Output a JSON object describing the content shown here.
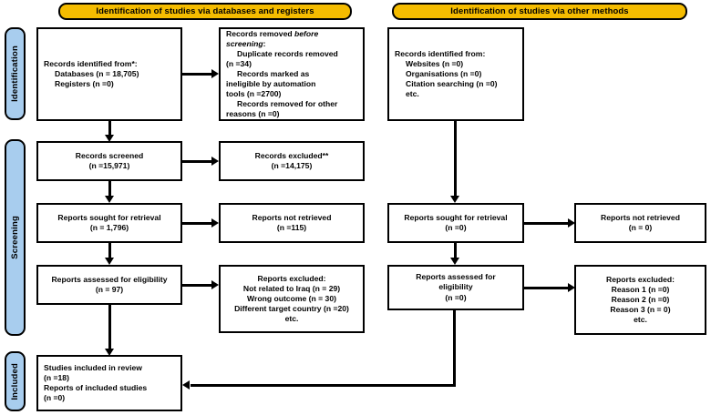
{
  "banners": {
    "left": "Identification of studies via databases and registers",
    "right": "Identification of studies via other methods"
  },
  "stages": {
    "identification": "Identification",
    "screening": "Screening",
    "included": "Included"
  },
  "left_column": {
    "identified": {
      "line1": "Records identified from*:",
      "line2": "Databases (n = 18,705)",
      "line3": "Registers (n =0)"
    },
    "removed": {
      "line1": "Records removed ",
      "line1_italic": "before",
      "line2_italic": "screening",
      "line2_tail": ":",
      "line3": "Duplicate records removed",
      "line4": "(n =34)",
      "line5": "Records marked as",
      "line6": "ineligible by automation",
      "line7": "tools (n =2700)",
      "line8": "Records removed for other",
      "line9": "reasons (n =0)"
    },
    "screened": {
      "line1": "Records screened",
      "line2": "(n =15,971)"
    },
    "excluded": {
      "line1": "Records excluded**",
      "line2": "(n =14,175)"
    },
    "sought": {
      "line1": "Reports sought for retrieval",
      "line2": "(n = 1,796)"
    },
    "not_retrieved": {
      "line1": "Reports not retrieved",
      "line2": "(n =115)"
    },
    "assessed": {
      "line1": "Reports assessed for eligibility",
      "line2": "(n = 97)"
    },
    "reports_excluded": {
      "line1": "Reports excluded:",
      "line2": "Not related to Iraq (n = 29)",
      "line3": "Wrong outcome (n = 30)",
      "line4": "Different target country (n =20)",
      "line5": "etc."
    },
    "included": {
      "line1": "Studies included in review",
      "line2": "(n =18)",
      "line3": "Reports of included studies",
      "line4": "(n =0)"
    }
  },
  "right_column": {
    "identified": {
      "line1": "Records identified from:",
      "line2": "Websites (n =0)",
      "line3": "Organisations (n =0)",
      "line4": "Citation searching (n =0)",
      "line5": "etc."
    },
    "sought": {
      "line1": "Reports sought for retrieval",
      "line2": "(n =0)"
    },
    "not_retrieved": {
      "line1": "Reports not retrieved",
      "line2": "(n = 0)"
    },
    "assessed": {
      "line1": "Reports assessed for",
      "line2": "eligibility",
      "line3": "(n =0)"
    },
    "reports_excluded": {
      "line1": "Reports excluded:",
      "line2": "Reason 1 (n =0)",
      "line3": "Reason 2 (n =0)",
      "line4": "Reason 3 (n = 0)",
      "line5": "etc."
    }
  },
  "colors": {
    "banner": "#f5bc00",
    "stage": "#a8cdee",
    "border": "#000000",
    "background": "#ffffff"
  }
}
